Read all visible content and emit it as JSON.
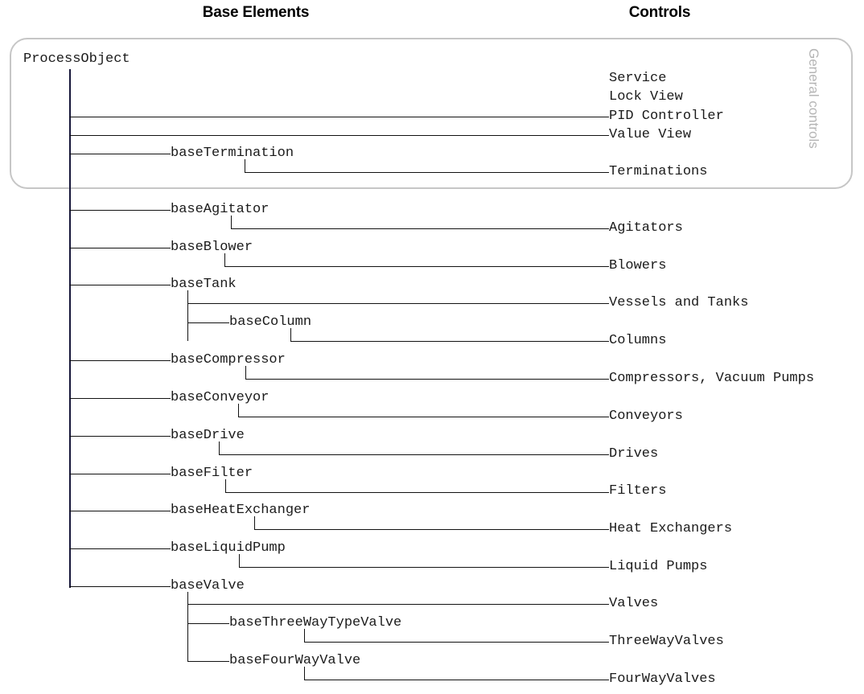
{
  "headings": {
    "base_elements": "Base Elements",
    "controls": "Controls"
  },
  "group_box": {
    "label": "General controls"
  },
  "root": {
    "name": "ProcessObject"
  },
  "base_elements": [
    {
      "name": "baseTermination"
    },
    {
      "name": "baseAgitator"
    },
    {
      "name": "baseBlower"
    },
    {
      "name": "baseTank"
    },
    {
      "name": "baseColumn"
    },
    {
      "name": "baseCompressor"
    },
    {
      "name": "baseConveyor"
    },
    {
      "name": "baseDrive"
    },
    {
      "name": "baseFilter"
    },
    {
      "name": "baseHeatExchanger"
    },
    {
      "name": "baseLiquidPump"
    },
    {
      "name": "baseValve"
    },
    {
      "name": "baseThreeWayTypeValve"
    },
    {
      "name": "baseFourWayValve"
    }
  ],
  "controls": [
    {
      "name": "Service",
      "connected": false
    },
    {
      "name": "Lock View",
      "connected": false
    },
    {
      "name": "PID Controller",
      "connected": true
    },
    {
      "name": "Value View",
      "connected": true
    },
    {
      "name": "Terminations",
      "connected": true
    },
    {
      "name": "Agitators",
      "connected": true
    },
    {
      "name": "Blowers",
      "connected": true
    },
    {
      "name": "Vessels and Tanks",
      "connected": true
    },
    {
      "name": "Columns",
      "connected": true
    },
    {
      "name": "Compressors, Vacuum Pumps",
      "connected": true
    },
    {
      "name": "Conveyors",
      "connected": true
    },
    {
      "name": "Drives",
      "connected": true
    },
    {
      "name": "Filters",
      "connected": true
    },
    {
      "name": "Heat Exchangers",
      "connected": true
    },
    {
      "name": "Liquid Pumps",
      "connected": true
    },
    {
      "name": "Valves",
      "connected": true
    },
    {
      "name": "ThreeWayValves",
      "connected": true
    },
    {
      "name": "FourWayValves",
      "connected": true
    }
  ],
  "colors": {
    "line": "#121212",
    "trunk": "#17173a",
    "box_border": "#c6c6c6",
    "box_label": "#b5b5b5",
    "text": "#1b1b1b",
    "heading": "#000000"
  }
}
